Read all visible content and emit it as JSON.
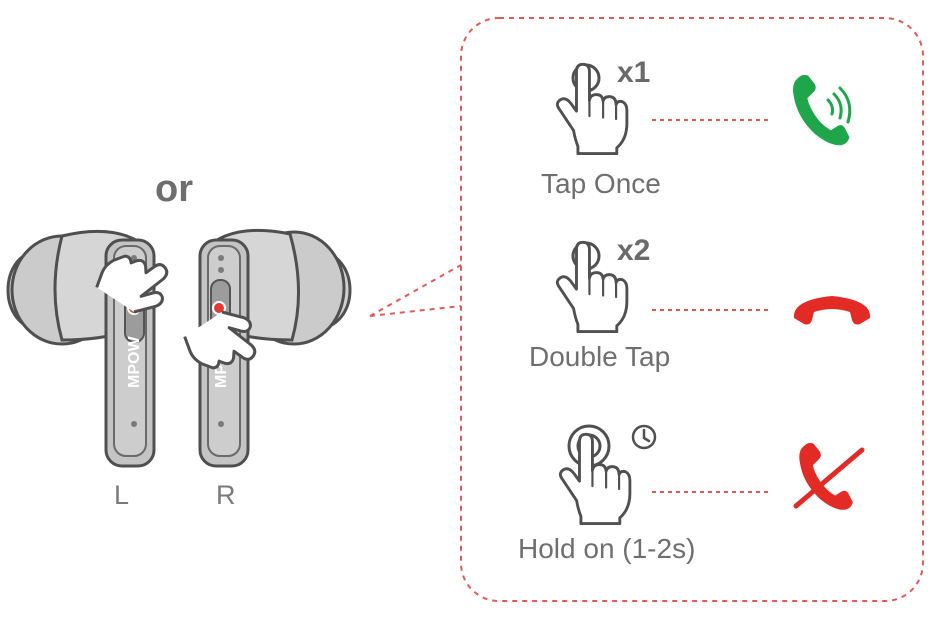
{
  "or_text": "or",
  "earbuds": {
    "left_label": "L",
    "right_label": "R",
    "brand_text": "MPOW"
  },
  "actions": [
    {
      "gesture": "Tap Once",
      "multiplier": "x1",
      "result_icon": "answer-call-icon"
    },
    {
      "gesture": "Double Tap",
      "multiplier": "x2",
      "result_icon": "end-call-icon"
    },
    {
      "gesture": "Hold on (1-2s)",
      "multiplier": "",
      "extra_icon": "clock-icon",
      "result_icon": "reject-call-icon"
    }
  ],
  "colors": {
    "accent_red": "#e53935",
    "answer_green": "#1fa64a",
    "reject_red": "#e22b25",
    "dashed_line": "#e05a5a",
    "earbud_gray": "#bdbdbd",
    "text_gray": "#6f6f6f"
  }
}
